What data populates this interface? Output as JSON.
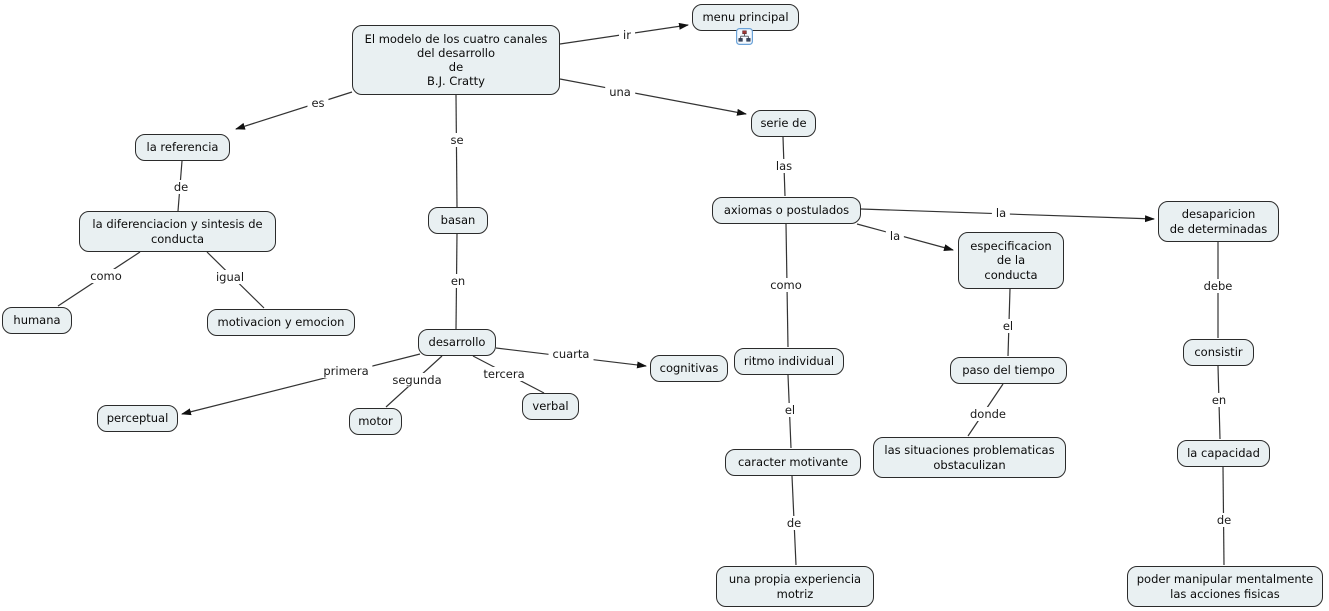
{
  "diagram": {
    "type": "concept-map",
    "topic": "El modelo de los cuatro canales del desarrollo de B.J. Cratty"
  },
  "colors": {
    "background": "#ffffff",
    "node_fill": "#e9f0f2",
    "node_border": "#2b2b2b",
    "line": "#333333",
    "resource_icon_border": "#6aa2d8"
  },
  "nodes": {
    "main": "El modelo de los cuatro canales\ndel desarrollo\nde\nB.J. Cratty",
    "menu_principal": "menu principal",
    "la_referencia": "la referencia",
    "diferenciacion": "la diferenciacion y sintesis de\nconducta",
    "humana": "humana",
    "motivacion": "motivacion y emocion",
    "basan": "basan",
    "desarrollo": "desarrollo",
    "perceptual": "perceptual",
    "motor": "motor",
    "verbal": "verbal",
    "cognitivas": "cognitivas",
    "serie_de": "serie de",
    "axiomas": "axiomas o postulados",
    "ritmo_individual": "ritmo individual",
    "especificacion": "especificacion\nde la\nconducta",
    "desaparicion": "desaparicion\nde determinadas",
    "paso_del_tiempo": "paso del tiempo",
    "situaciones": "las situaciones problematicas\nobstaculizan",
    "caracter_motivante": "caracter motivante",
    "experiencia_motriz": "una propia experiencia\nmotriz",
    "consistir": "consistir",
    "la_capacidad": "la capacidad",
    "poder_manipular": "poder manipular mentalmente\nlas acciones fisicas"
  },
  "link_labels": {
    "ir": "ir",
    "es": "es",
    "una": "una",
    "se": "se",
    "de_referencia": "de",
    "las": "las",
    "como_conducta": "como",
    "igual": "igual",
    "en_basan": "en",
    "la_desaparicion": "la",
    "la_especificacion": "la",
    "como_axiomas": "como",
    "debe": "debe",
    "primera": "primera",
    "segunda": "segunda",
    "tercera": "tercera",
    "cuarta": "cuarta",
    "el_especificacion": "el",
    "el_ritmo": "el",
    "donde": "donde",
    "en_consistir": "en",
    "de_caracter": "de",
    "de_capacidad": "de"
  },
  "icons": {
    "menu_principal_resource": "linked-cmap-icon"
  }
}
